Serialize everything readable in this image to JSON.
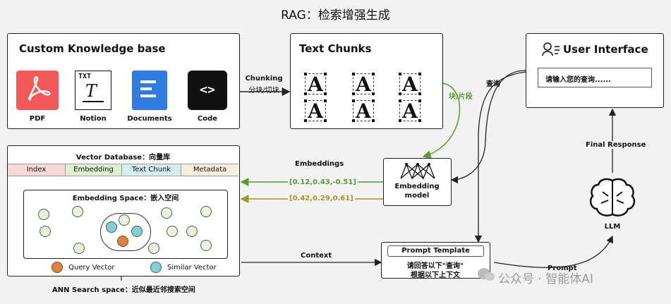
{
  "title": "RAG：检索增强生成",
  "knowledge": {
    "title": "Custom Knowledge base",
    "items": [
      {
        "label": "PDF",
        "icon": "pdf-icon"
      },
      {
        "label": "Notion",
        "icon": "notion-icon"
      },
      {
        "label": "Documents",
        "icon": "documents-icon"
      },
      {
        "label": "Code",
        "icon": "code-icon"
      }
    ]
  },
  "chunking": {
    "line1": "Chunking",
    "line2": "分块/切块"
  },
  "chunks": {
    "title": "Text Chunks",
    "glyph": "A"
  },
  "ui": {
    "title": "User Interface",
    "placeholder": "请输入您的查询......"
  },
  "arrows": {
    "query": "查询",
    "chunk_label": "块/片段",
    "embeddings": "Embeddings",
    "vec1": "[0.12,0.43,-0.51]",
    "vec2": "[0.42,0.29,0.61]",
    "context": "Context",
    "prompt": "Prompt",
    "final_response": "Final Response"
  },
  "embed_model": {
    "line1": "Embedding",
    "line2": "model"
  },
  "vectordb": {
    "title": "Vector Database：向量库",
    "columns": [
      "Index",
      "Embedding",
      "Text Chunk",
      "Metadata"
    ],
    "space_title": "Embedding Space：嵌入空间",
    "legend_query": "Query Vector",
    "legend_similar": "Similar Vector",
    "ann": "ANN Search space：近似最近邻搜索空间"
  },
  "prompt_template": {
    "title": "Prompt Template",
    "line1": "请回答以下\"查询\"",
    "line2": "根据以下上下文"
  },
  "llm": {
    "label": "LLM"
  },
  "watermark": "公众号 · 智能体AI",
  "colors": {
    "green": "#5a9a2e",
    "olive": "#9a9a2a",
    "pdf": "#f25a5a",
    "docs": "#2f7be0"
  }
}
